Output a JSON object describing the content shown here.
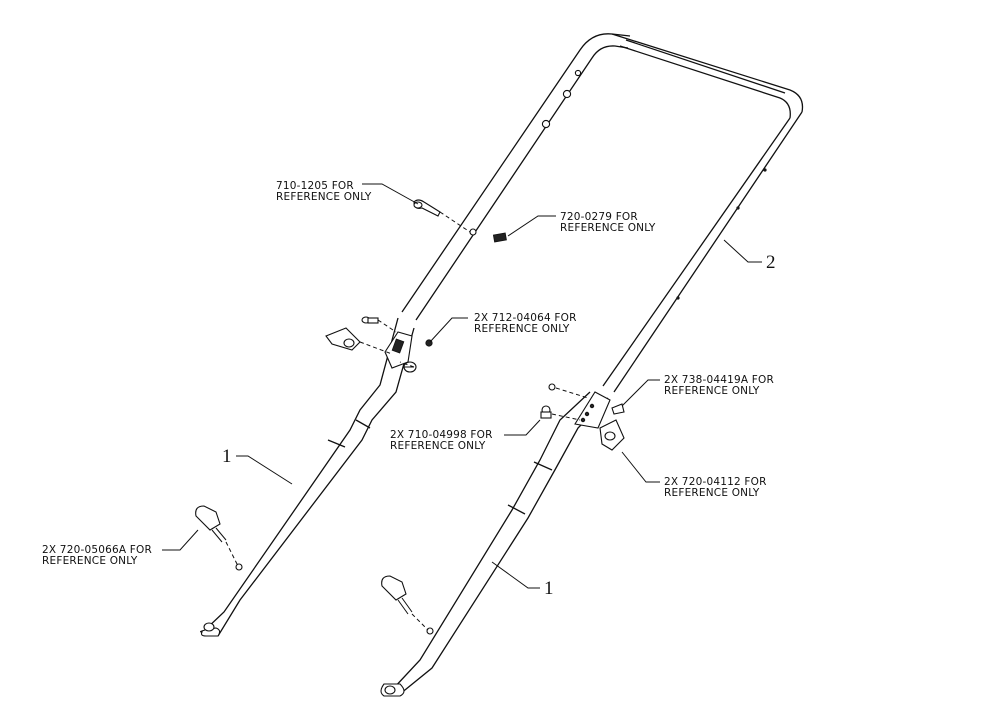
{
  "callouts": {
    "c1_line1": "710-1205 FOR",
    "c1_line2": "REFERENCE ONLY",
    "c2_line1": "720-0279 FOR",
    "c2_line2": "REFERENCE ONLY",
    "c3_line1": "2X 712-04064 FOR",
    "c3_line2": "REFERENCE ONLY",
    "c4_line1": "2X 738-04419A FOR",
    "c4_line2": "REFERENCE ONLY",
    "c5_line1": "2X 710-04998 FOR",
    "c5_line2": "REFERENCE ONLY",
    "c6_line1": "2X 720-04112 FOR",
    "c6_line2": "REFERENCE ONLY",
    "c7_line1": "2X 720-05066A FOR",
    "c7_line2": "REFERENCE ONLY"
  },
  "part_numbers": {
    "upper_handle": "2",
    "lower_handle_left": "1",
    "lower_handle_right": "1"
  }
}
